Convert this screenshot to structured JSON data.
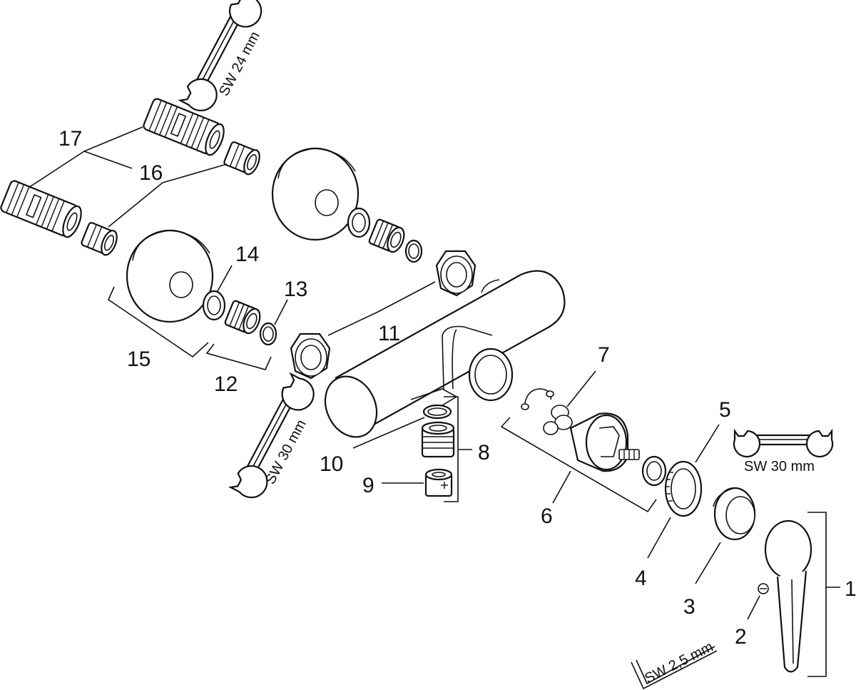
{
  "callouts": {
    "c1": "1",
    "c2": "2",
    "c3": "3",
    "c4": "4",
    "c5": "5",
    "c6": "6",
    "c7": "7",
    "c8": "8",
    "c9": "9",
    "c10": "10",
    "c11": "11",
    "c12": "12",
    "c13": "13",
    "c14": "14",
    "c15": "15",
    "c16": "16",
    "c17": "17"
  },
  "tools": {
    "wrench_top": "SW 24 mm",
    "wrench_left": "SW 30 mm",
    "wrench_right": "SW 30 mm",
    "allen_key": "SW 2,5 mm"
  }
}
